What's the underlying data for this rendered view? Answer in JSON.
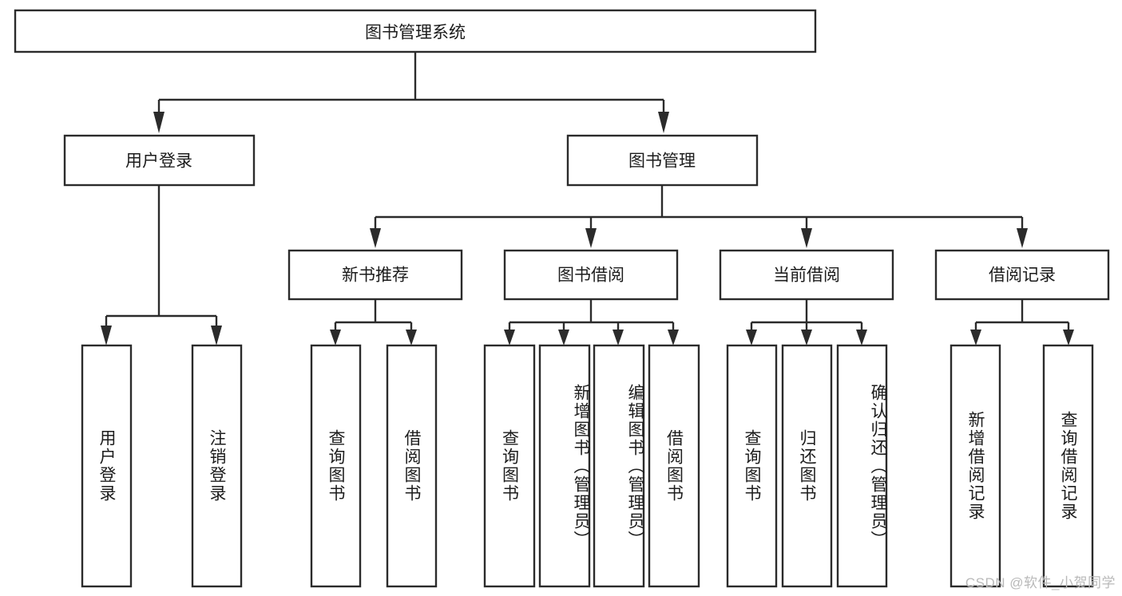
{
  "diagram": {
    "type": "tree",
    "title": "图书管理系统",
    "theme": {
      "background": "#ffffff",
      "stroke": "#2b2b2b",
      "box_fill": "#ffffff",
      "text": "#1c1c1c",
      "watermark": "#b9b9b9"
    },
    "watermark": "CSDN @软件_小贺同学",
    "levels": {
      "root": {
        "label": "图书管理系统"
      },
      "level2": [
        {
          "label": "用户登录"
        },
        {
          "label": "图书管理"
        }
      ],
      "level3": [
        {
          "label": "新书推荐"
        },
        {
          "label": "图书借阅"
        },
        {
          "label": "当前借阅"
        },
        {
          "label": "借阅记录"
        }
      ],
      "leaves": {
        "user_login": [
          {
            "label": "用户登录"
          },
          {
            "label": "注销登录"
          }
        ],
        "new_book_recommend": [
          {
            "label": "查询图书"
          },
          {
            "label": "借阅图书"
          }
        ],
        "book_borrow": [
          {
            "label": "查询图书"
          },
          {
            "label": "新增图书（管理员）"
          },
          {
            "label": "编辑图书（管理员）"
          },
          {
            "label": "借阅图书"
          }
        ],
        "current_borrow": [
          {
            "label": "查询图书"
          },
          {
            "label": "归还图书"
          },
          {
            "label": "确认归还（管理员）"
          }
        ],
        "borrow_record": [
          {
            "label": "新增借阅记录"
          },
          {
            "label": "查询借阅记录"
          }
        ]
      }
    }
  }
}
